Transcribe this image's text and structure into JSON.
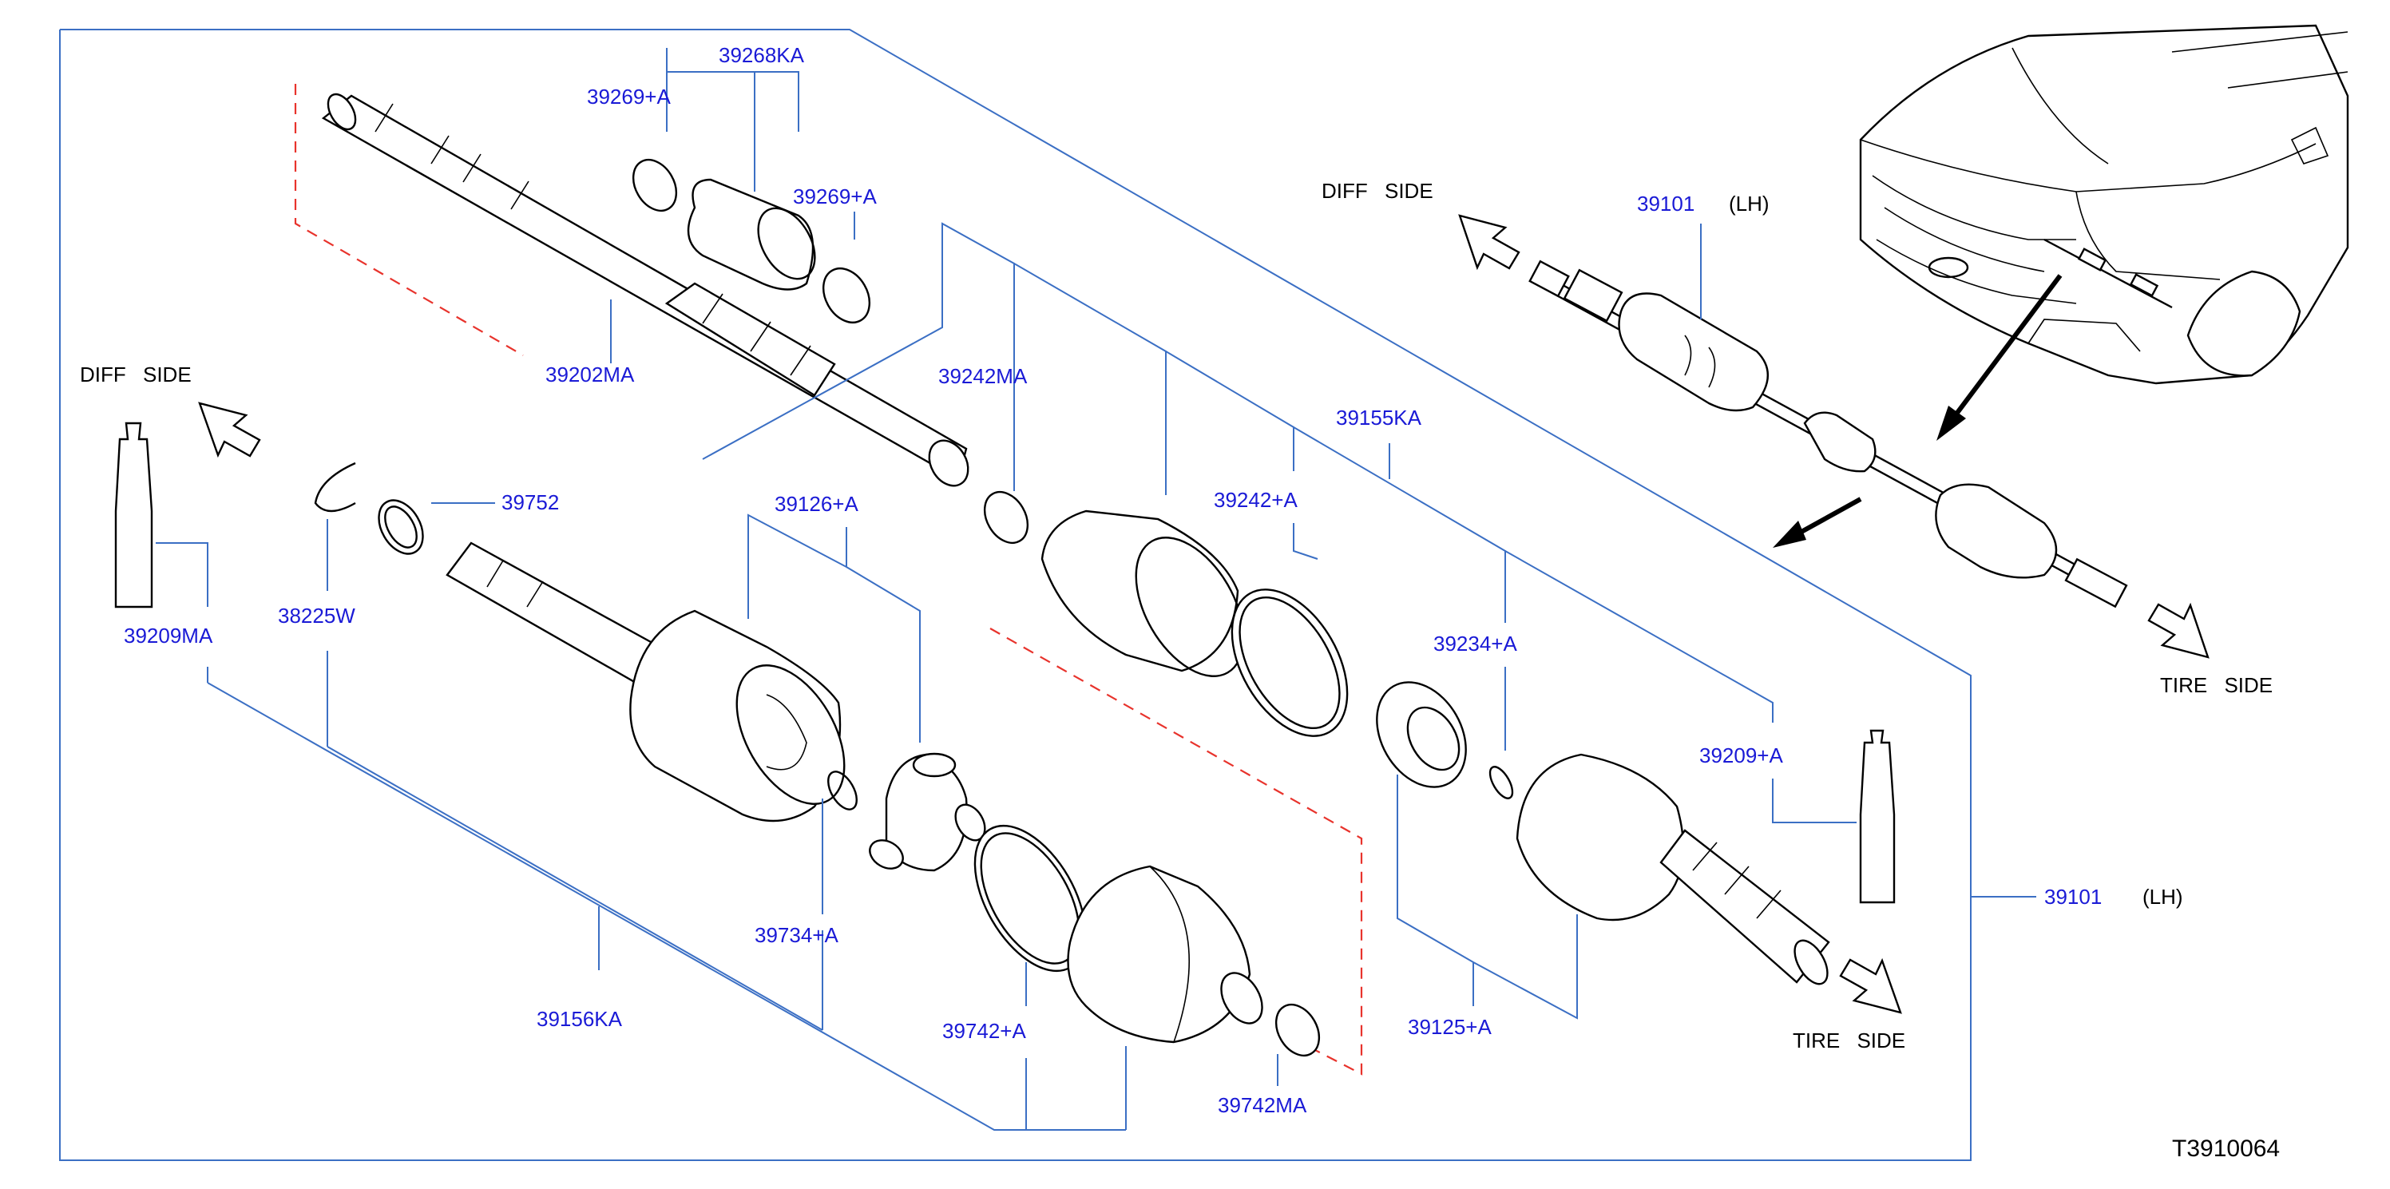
{
  "diagram": {
    "drawing_id": "T3910064",
    "direction_labels": {
      "diff_side": "DIFF SIDE",
      "tire_side": "TIRE SIDE"
    },
    "callouts": {
      "p39268KA": "39268KA",
      "p39269A_top": "39269+A",
      "p39269A_right": "39269+A",
      "p39202MA": "39202MA",
      "p39752": "39752",
      "p38225W": "38225W",
      "p39209MA": "39209MA",
      "p39242MA": "39242MA",
      "p39126A": "39126+A",
      "p39155KA": "39155KA",
      "p39242A": "39242+A",
      "p39234A": "39234+A",
      "p39209A": "39209+A",
      "p39101_top": "39101",
      "p39101_right": "39101",
      "lh": "(LH)",
      "p39734A": "39734+A",
      "p39742A": "39742+A",
      "p39742MA": "39742MA",
      "p39125A": "39125+A",
      "p39156KA": "39156KA"
    }
  }
}
